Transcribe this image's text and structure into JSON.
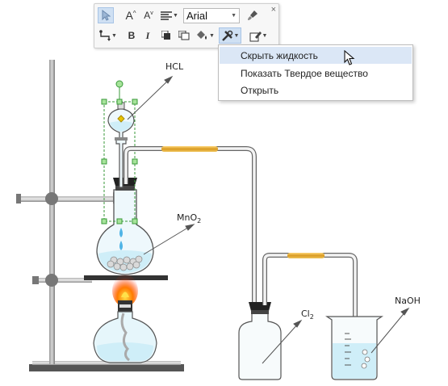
{
  "labels": {
    "hcl": "HCL",
    "mno2_main": "MnO",
    "mno2_sub": "2",
    "cl2_main": "Cl",
    "cl2_sub": "2",
    "naoh": "NaOH"
  },
  "toolbar": {
    "font_name": "Arial",
    "bold": "B",
    "italic": "I",
    "grow_font": "A",
    "shrink_font": "A",
    "close": "×"
  },
  "context_menu": {
    "items": [
      {
        "label": "Скрыть жидкость",
        "highlighted": true
      },
      {
        "label": "Показать Твердое вещество",
        "highlighted": false
      },
      {
        "label": "Открыть",
        "highlighted": false
      }
    ]
  },
  "colors": {
    "liquid": "#cfeef8",
    "stand": "#6f6f6f",
    "flame": "#ff6a00",
    "rubber_tube": "#e8b64a",
    "selection": "#4caf50",
    "menu_highlight": "#dbe7f6"
  }
}
